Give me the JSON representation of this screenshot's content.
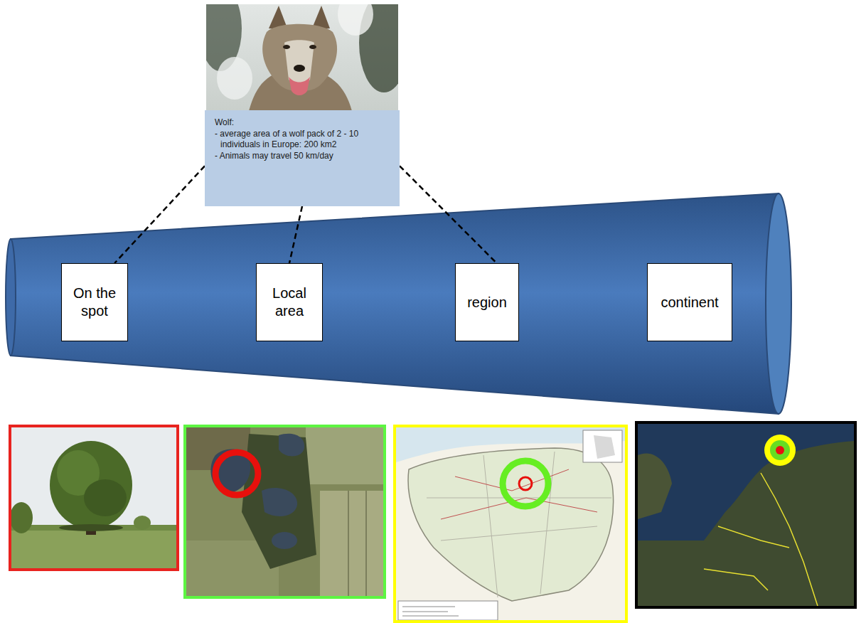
{
  "diagram": {
    "nodes": [
      {
        "text": [
          "Wolf:",
          "- average area of a wolf pack of 2 - 10 individuals in Europe: 200 km2",
          "- Animals may travel 50 km/day"
        ]
      },
      {
        "text": [
          "On the spot"
        ]
      },
      {
        "text": [
          "Local area"
        ]
      },
      {
        "text": [
          "region"
        ]
      },
      {
        "text": [
          "continent"
        ]
      }
    ],
    "edges": [
      {
        "from": 0,
        "to": 1,
        "arrow": "none"
      },
      {
        "from": 0,
        "to": 2,
        "arrow": "none"
      },
      {
        "from": 0,
        "to": 3,
        "arrow": "none"
      }
    ]
  }
}
